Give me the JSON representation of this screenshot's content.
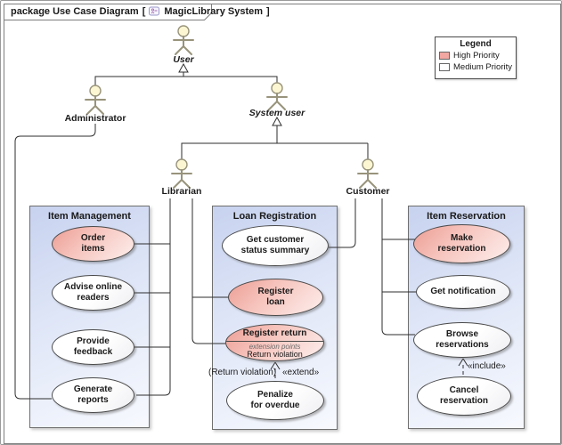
{
  "frame": {
    "kind_label": "package Use Case Diagram",
    "bracket_open": "[",
    "system_name": "MagicLibrary System",
    "bracket_close": "]"
  },
  "legend": {
    "title": "Legend",
    "items": [
      {
        "label": "High Priority",
        "color": "#f2a7a2"
      },
      {
        "label": "Medium Priority",
        "color": "#ffffff"
      }
    ]
  },
  "actors": {
    "user": {
      "label": "User",
      "abstract": true
    },
    "administrator": {
      "label": "Administrator",
      "abstract": false
    },
    "system_user": {
      "label": "System user",
      "abstract": true
    },
    "librarian": {
      "label": "Librarian",
      "abstract": false
    },
    "customer": {
      "label": "Customer",
      "abstract": false
    }
  },
  "packages": {
    "item_management": {
      "title": "Item Management",
      "use_cases": {
        "order_items": {
          "label": "Order\nitems",
          "priority": "high"
        },
        "advise_online_readers": {
          "label": "Advise online\nreaders",
          "priority": "medium"
        },
        "provide_feedback": {
          "label": "Provide\nfeedback",
          "priority": "medium"
        },
        "generate_reports": {
          "label": "Generate\nreports",
          "priority": "medium"
        }
      }
    },
    "loan_registration": {
      "title": "Loan Registration",
      "use_cases": {
        "get_customer_status_summary": {
          "label": "Get customer\nstatus summary",
          "priority": "medium"
        },
        "register_loan": {
          "label": "Register\nloan",
          "priority": "high"
        },
        "register_return": {
          "label": "Register return",
          "priority": "high",
          "compartment_title": "extension points",
          "extension_point": "Return violation"
        },
        "penalize_for_overdue": {
          "label": "Penalize\nfor overdue",
          "priority": "medium"
        }
      }
    },
    "item_reservation": {
      "title": "Item Reservation",
      "use_cases": {
        "make_reservation": {
          "label": "Make\nreservation",
          "priority": "high"
        },
        "get_notification": {
          "label": "Get notification",
          "priority": "medium"
        },
        "browse_reservations": {
          "label": "Browse\nreservations",
          "priority": "medium"
        },
        "cancel_reservation": {
          "label": "Cancel\nreservation",
          "priority": "medium"
        }
      }
    }
  },
  "relationships": {
    "extend": {
      "stereotype": "«extend»",
      "condition": "(Return violation)"
    },
    "include": {
      "stereotype": "«include»"
    }
  },
  "colors": {
    "high_priority_fill": "#f2a7a2",
    "package_fill": "#c7d2ef",
    "actor_head_fill": "#fcf7d2"
  }
}
